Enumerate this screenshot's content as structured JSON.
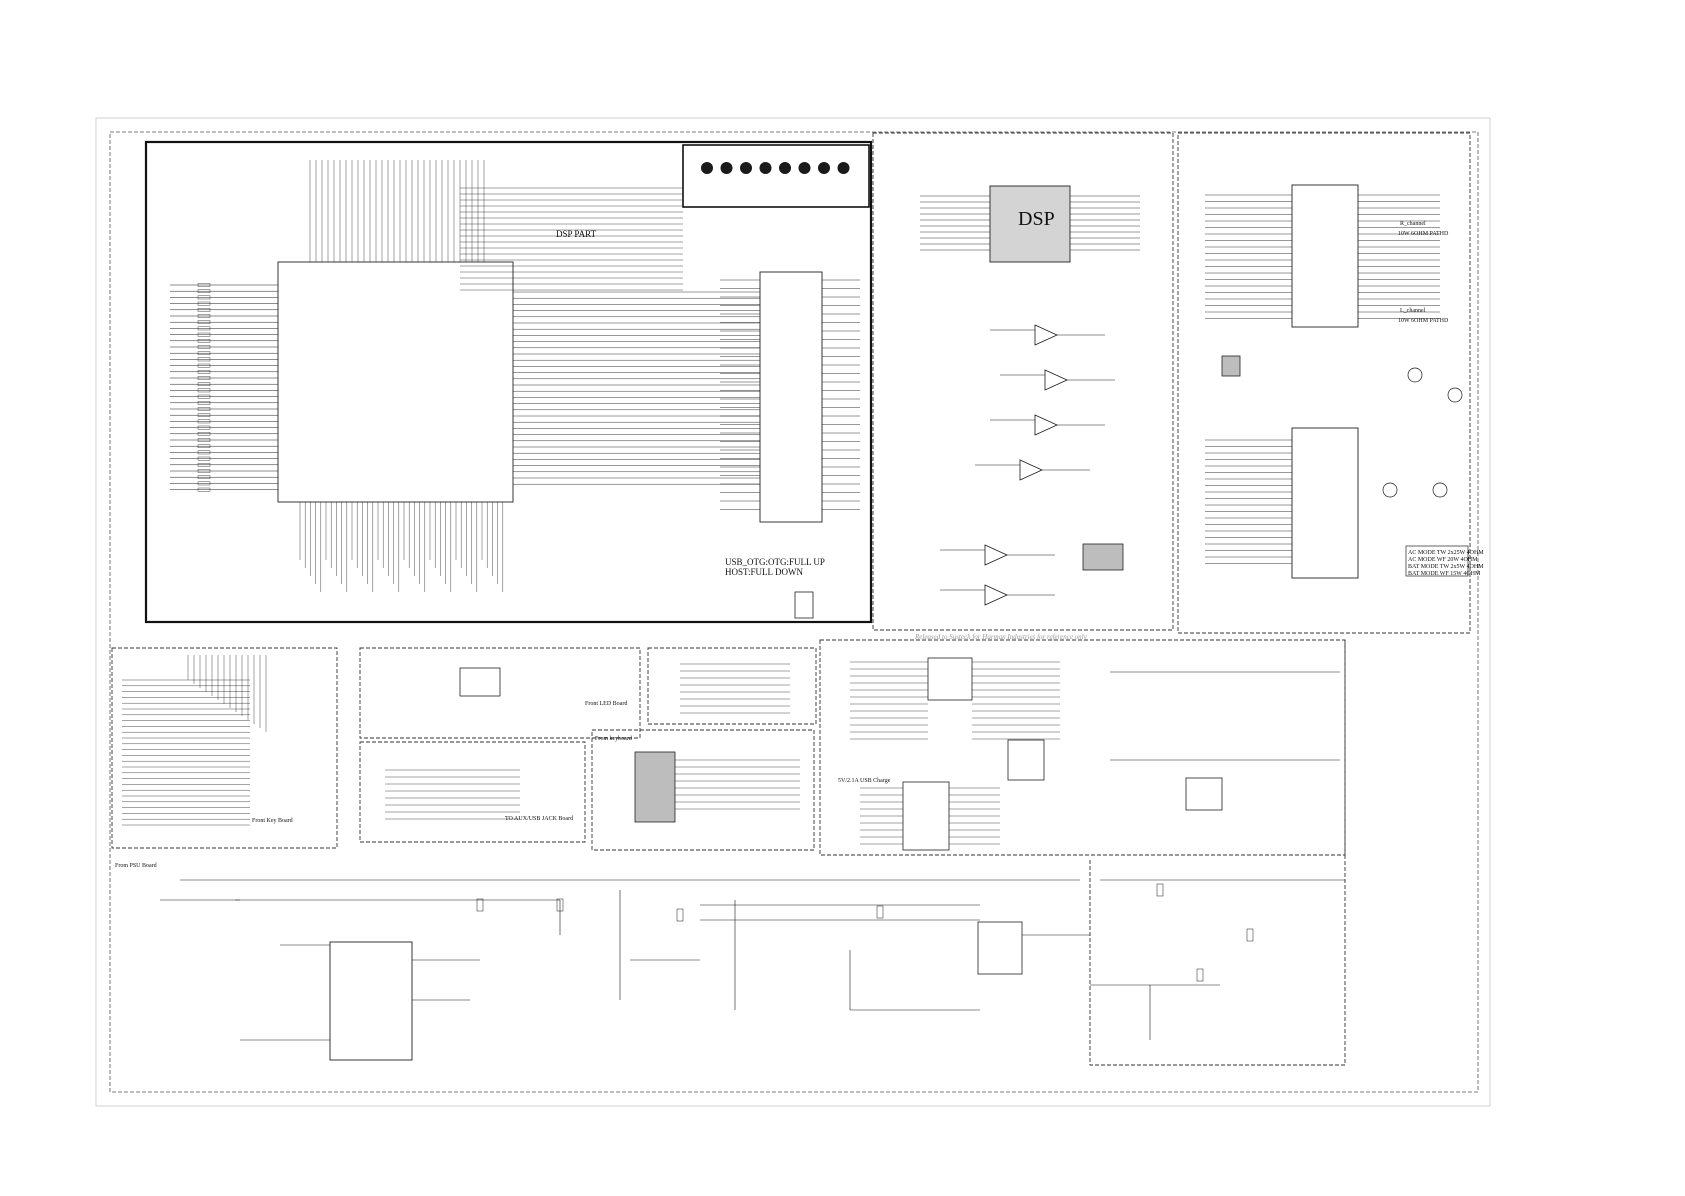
{
  "colors": {
    "ink": "#1a1a1a",
    "chip_fill": "#ffffff",
    "dsp_fill": "#d4d4d4",
    "grey_chip": "#bdbdbd",
    "watermark": "#9a9a9a"
  },
  "dsp_part": {
    "title": "DSP PART",
    "usb_note_1": "USB_OTG:OTG:FULL UP",
    "usb_note_2": "HOST:FULL DOWN"
  },
  "dsp_block": {
    "chip_label": "DSP"
  },
  "watermark": "Released to Sustech for Harman Industries for reference only",
  "small_blocks": {
    "front_key_board": "Front Key Board",
    "front_led_board": "Front LED Board",
    "aux_usb_jack": "TO AUX/USB JACK Board",
    "front_psu_board": "From PSU Board",
    "front_keyboard_2": "From keyboard",
    "usb_charge": "5V/2.1A USB Charge"
  },
  "amp_modes": [
    "AC MODE TW 2x25W 4OHM",
    "AC MODE WF 20W 4OHM",
    "BAT MODE TW 2x5W 4OHM",
    "BAT MODE WF 15W 4OHM"
  ],
  "amp_labels": {
    "r_channel": "R_channel",
    "l_channel": "L_channel",
    "out_r": "10W 6OHM PATHD",
    "out_l": "10W 6OHM PATHD"
  }
}
